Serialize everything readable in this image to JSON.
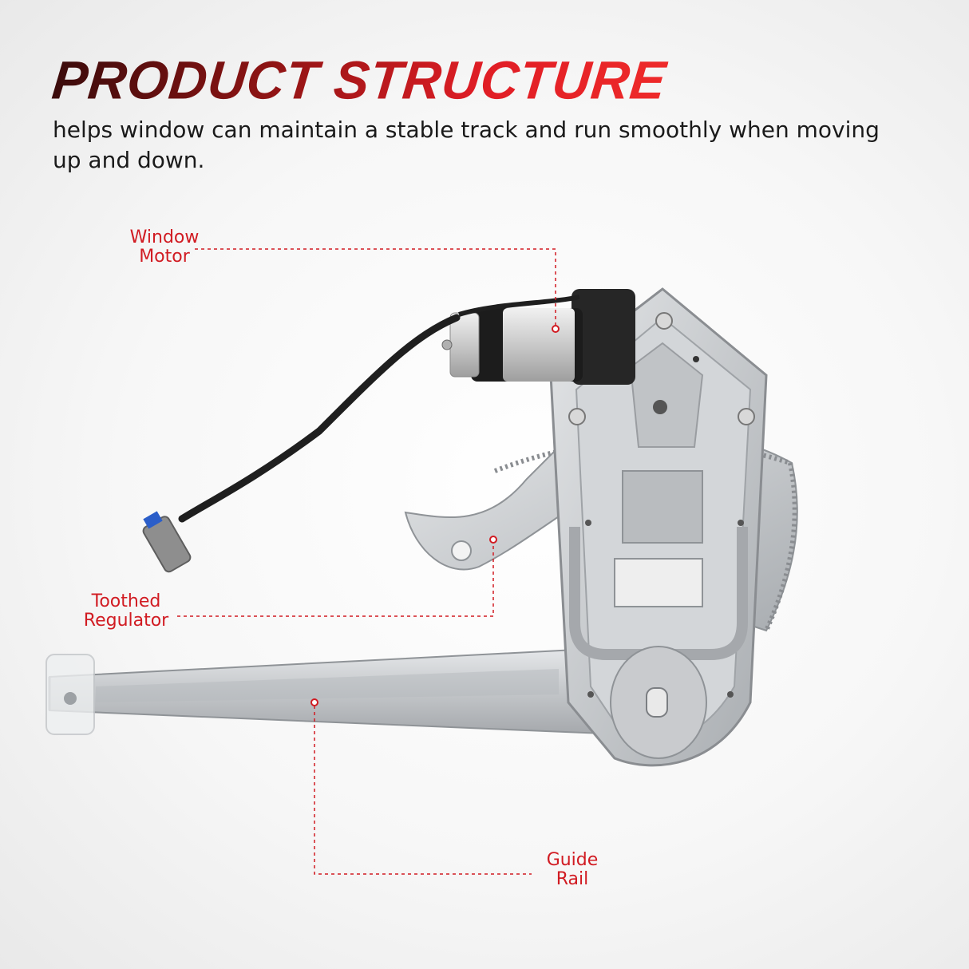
{
  "header": {
    "title": "PRODUCT STRUCTURE",
    "subtitle": "helps window can maintain a stable track and run smoothly when moving up and down."
  },
  "callouts": [
    {
      "line1": "Window",
      "line2": "Motor"
    },
    {
      "line1": "Toothed",
      "line2": "Regulator"
    },
    {
      "line1": "Guide",
      "line2": "Rail"
    }
  ],
  "colors": {
    "accent": "#d11b22",
    "title_dark": "#3a0b0b",
    "metal": "#c9cbce",
    "metal_dark": "#9a9da1",
    "motor_black": "#1c1c1c"
  }
}
